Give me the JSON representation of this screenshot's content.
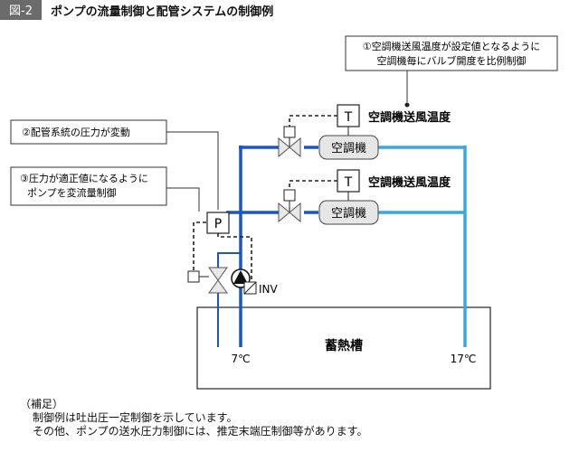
{
  "figure": {
    "label": "図-2",
    "title": "ポンプの流量制御と配管システムの制御例"
  },
  "callouts": {
    "valve_control": [
      "①空調機送風温度が設定値となるように",
      "空調機毎にバルブ開度を比例制御"
    ],
    "pressure_change": "②配管系統の圧力が変動",
    "pump_control": [
      "③圧力が適正値になるように",
      "ポンプを変流量制御"
    ]
  },
  "units": {
    "upper": {
      "sensor": "T",
      "sensor_label": "空調機送風温度",
      "ahu_label": "空調機"
    },
    "lower": {
      "sensor": "T",
      "sensor_label": "空調機送風温度",
      "ahu_label": "空調機"
    }
  },
  "pressure_sensor": "P",
  "inverter_label": "INV",
  "tank": {
    "label": "蓄熱槽",
    "supply_temp": "7℃",
    "return_temp": "17℃"
  },
  "note": {
    "heading": "（補足）",
    "lines": [
      "制御例は吐出圧一定制御を示しています。",
      "その他、ポンプの送水圧力制御には、推定末端圧制御等があります。"
    ]
  },
  "colors": {
    "supply_pipe": "#1a56c8",
    "return_pipe": "#38a8e0",
    "label_bg": "#6b6b6b",
    "ahu_fill": "#e6e6e6",
    "valve_fill": "#e8e8e8"
  }
}
